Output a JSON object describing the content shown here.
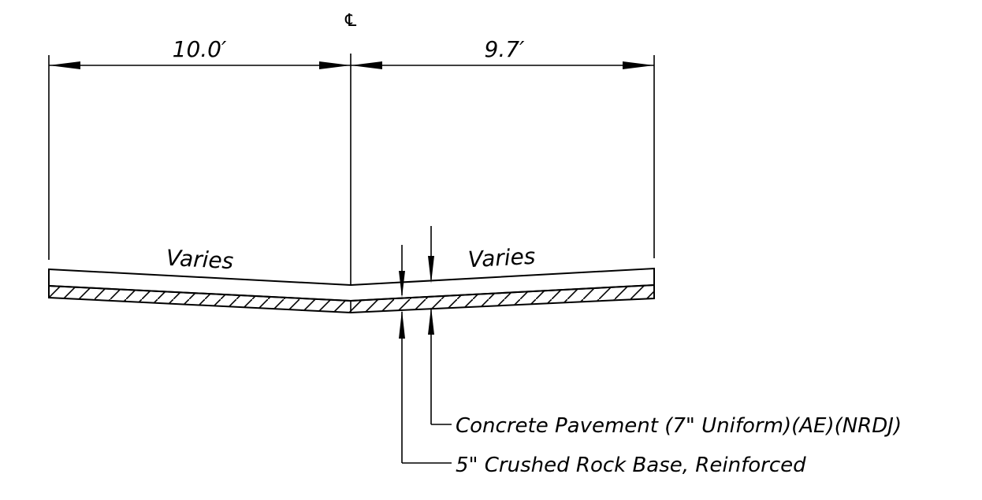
{
  "centerline_symbol": "℄",
  "dimensions": {
    "left_width": "10.0′",
    "right_width": "9.7′"
  },
  "surface_labels": {
    "left": "Varies",
    "right": "Varies"
  },
  "callouts": {
    "pavement": "Concrete Pavement (7\" Uniform)(AE)(NRDJ)",
    "base": "5\" Crushed Rock Base, Reinforced"
  }
}
